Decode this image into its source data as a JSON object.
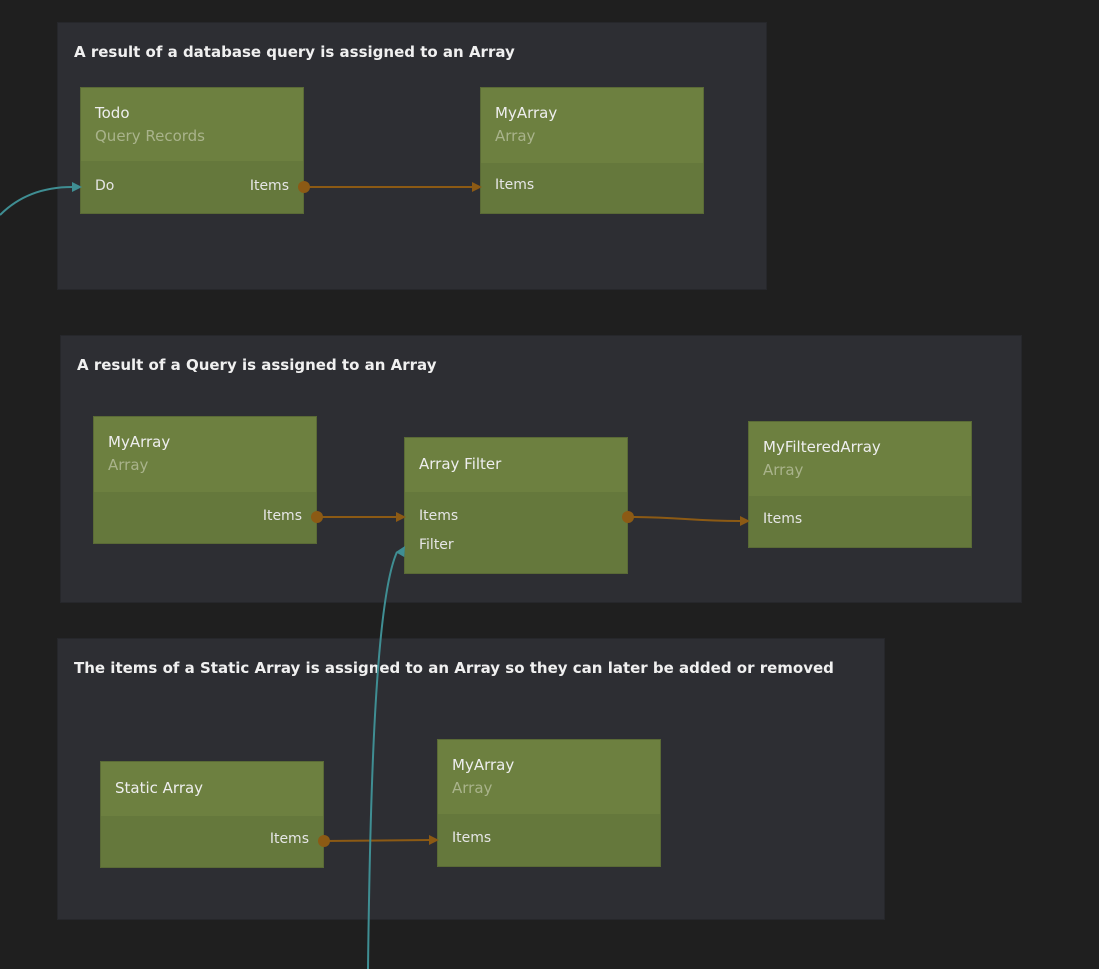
{
  "colors": {
    "background": "#1f1f1f",
    "panel": "#2d2e33",
    "node_header": "#6d8040",
    "node_body": "#65783c",
    "data_wire": "#8c5a14",
    "signal_wire": "#3f8e93"
  },
  "panels": [
    {
      "title": "A result of a database query is assigned to an Array"
    },
    {
      "title": "A result of a Query is assigned to an Array"
    },
    {
      "title": "The items of a Static Array is assigned to an Array so they can later be added or removed"
    }
  ],
  "nodes": [
    {
      "title": "Todo",
      "subtitle": "Query Records",
      "inputs": [
        "Do"
      ],
      "outputs": [
        "Items"
      ]
    },
    {
      "title": "MyArray",
      "subtitle": "Array",
      "inputs": [
        "Items"
      ],
      "outputs": []
    },
    {
      "title": "MyArray",
      "subtitle": "Array",
      "inputs": [],
      "outputs": [
        "Items"
      ]
    },
    {
      "title": "Array Filter",
      "subtitle": "",
      "inputs": [
        "Items",
        "Filter"
      ],
      "outputs": [
        ""
      ]
    },
    {
      "title": "MyFilteredArray",
      "subtitle": "Array",
      "inputs": [
        "Items"
      ],
      "outputs": []
    },
    {
      "title": "Static Array",
      "subtitle": "",
      "inputs": [],
      "outputs": [
        "Items"
      ]
    },
    {
      "title": "MyArray",
      "subtitle": "Array",
      "inputs": [
        "Items"
      ],
      "outputs": []
    }
  ]
}
